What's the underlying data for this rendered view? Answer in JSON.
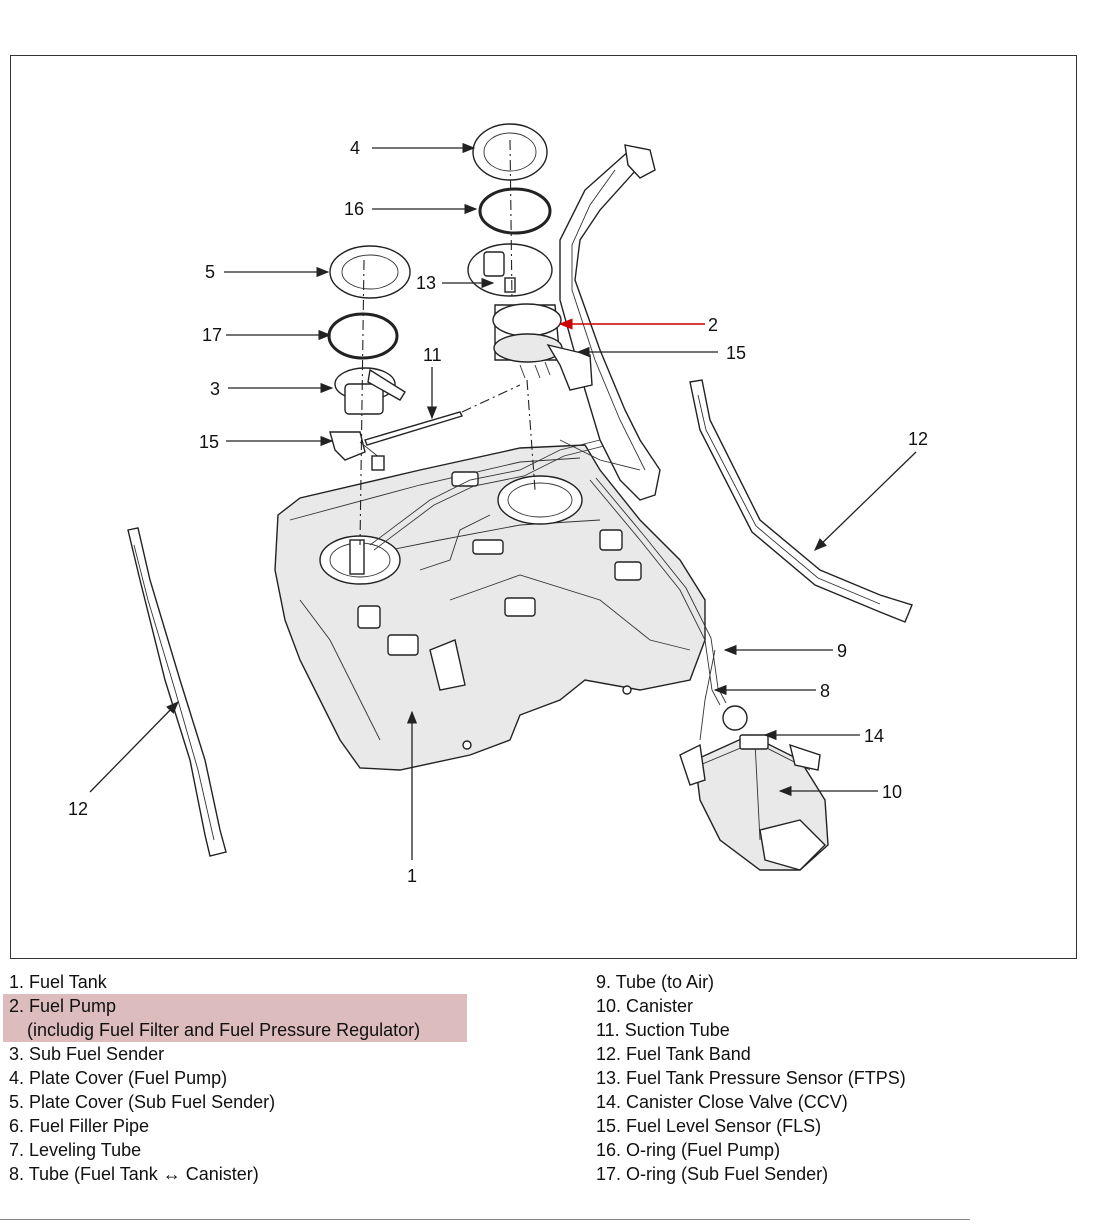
{
  "callouts": {
    "c1": "1",
    "c2": "2",
    "c3": "3",
    "c4": "4",
    "c5": "5",
    "c8": "8",
    "c9": "9",
    "c10": "10",
    "c11": "11",
    "c12a": "12",
    "c12b": "12",
    "c13": "13",
    "c14": "14",
    "c15a": "15",
    "c15b": "15",
    "c16": "16",
    "c17": "17"
  },
  "colors": {
    "highlight": "#dcbcbc",
    "pump_arrow": "#cc0000"
  },
  "legend": {
    "left": [
      {
        "text": "1. Fuel Tank"
      },
      {
        "text": "2. Fuel Pump",
        "sub": "(includig Fuel Filter and Fuel Pressure Regulator)",
        "highlighted": true
      },
      {
        "text": "3. Sub Fuel Sender"
      },
      {
        "text": "4. Plate Cover (Fuel Pump)"
      },
      {
        "text": "5. Plate Cover (Sub Fuel Sender)"
      },
      {
        "text": "6. Fuel Filler Pipe"
      },
      {
        "text": "7. Leveling Tube"
      },
      {
        "text": "8. Tube (Fuel Tank ↔ Canister)"
      }
    ],
    "right": [
      {
        "text": "9. Tube (to Air)"
      },
      {
        "text": "10. Canister"
      },
      {
        "text": "11. Suction Tube"
      },
      {
        "text": "12. Fuel Tank Band"
      },
      {
        "text": "13. Fuel Tank Pressure Sensor (FTPS)"
      },
      {
        "text": "14. Canister Close Valve (CCV)"
      },
      {
        "text": "15. Fuel Level Sensor (FLS)"
      },
      {
        "text": "16. O-ring (Fuel Pump)"
      },
      {
        "text": "17. O-ring (Sub Fuel Sender)"
      }
    ]
  }
}
